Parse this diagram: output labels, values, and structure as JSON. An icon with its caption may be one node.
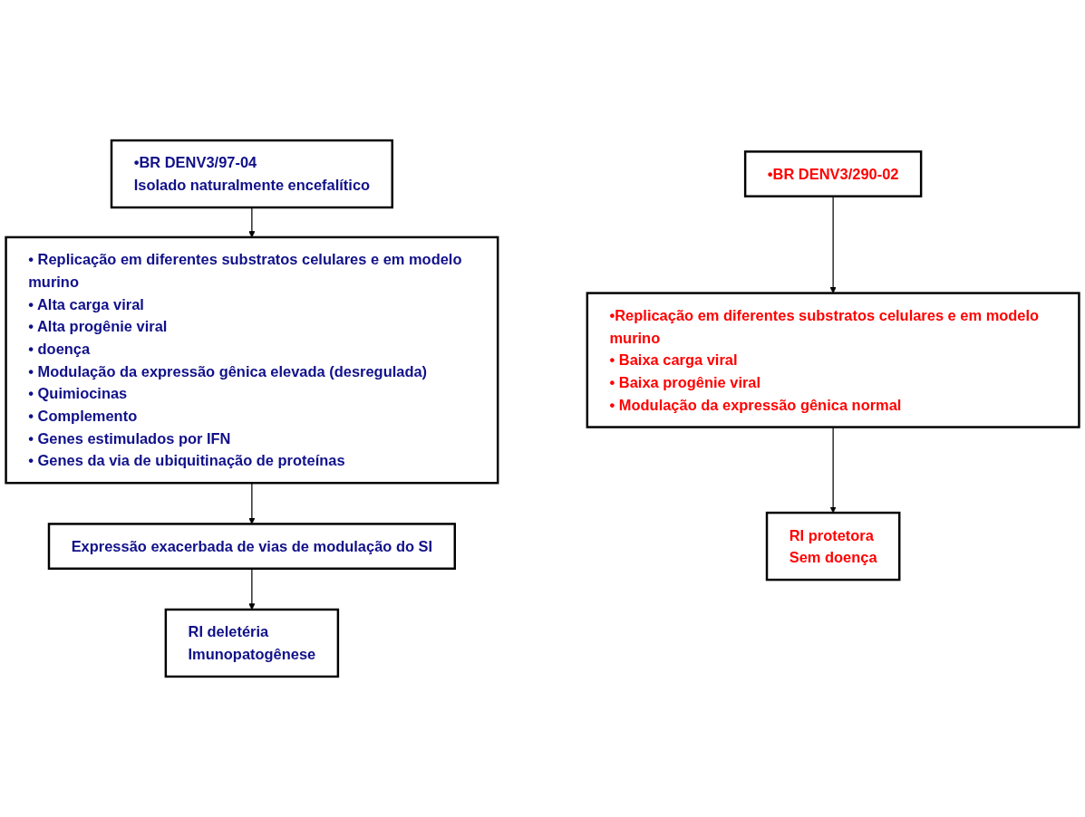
{
  "diagram": {
    "nodes": [
      {
        "text": [
          "•BR DENV3/97-04",
          "Isolado naturalmente encefalítico"
        ]
      },
      {
        "text": [
          "• Replicação em diferentes substratos celulares e em modelo murino",
          "• Alta carga viral",
          "• Alta progênie viral",
          "• doença",
          "• Modulação da expressão gênica elevada (desregulada)",
          "• Quimiocinas",
          "• Complemento",
          "• Genes estimulados por IFN",
          "• Genes da via de ubiquitinação de proteínas"
        ]
      },
      {
        "text": [
          "Expressão exacerbada de vias de modulação do SI"
        ]
      },
      {
        "text": [
          "RI deletéria",
          "Imunopatogênese"
        ]
      },
      {
        "text": [
          "•BR DENV3/290-02"
        ]
      },
      {
        "text": [
          "•Replicação em diferentes substratos celulares e em modelo murino",
          "• Baixa carga viral",
          "• Baixa progênie viral",
          "• Modulação da expressão gênica normal"
        ]
      },
      {
        "text": [
          "RI protetora",
          "Sem doença"
        ]
      }
    ],
    "edges": [
      {
        "from": 0,
        "to": 1,
        "arrow": "to"
      },
      {
        "from": 1,
        "to": 2,
        "arrow": "to"
      },
      {
        "from": 2,
        "to": 3,
        "arrow": "to"
      },
      {
        "from": 4,
        "to": 5,
        "arrow": "to"
      },
      {
        "from": 5,
        "to": 6,
        "arrow": "to"
      }
    ]
  }
}
